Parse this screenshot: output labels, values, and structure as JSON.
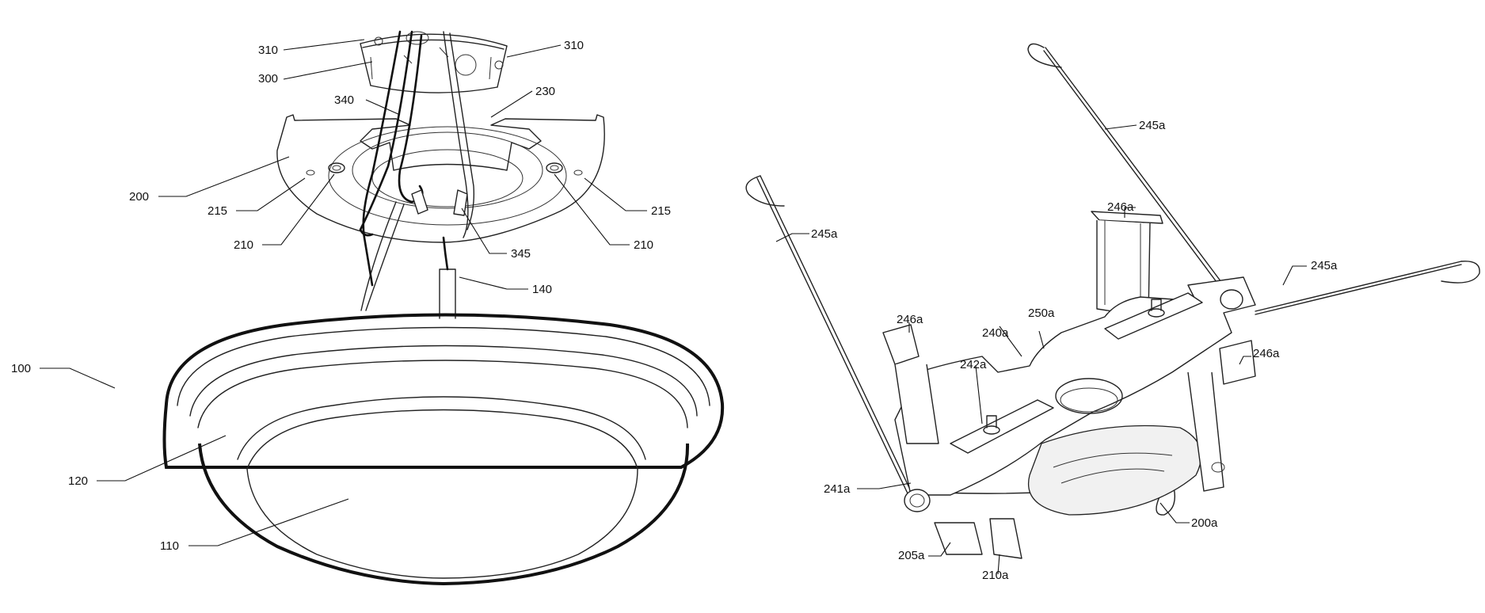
{
  "left_figure": {
    "labels": {
      "l310a": "310",
      "l310b": "310",
      "l300": "300",
      "l340": "340",
      "l230": "230",
      "l200": "200",
      "l215a": "215",
      "l215b": "215",
      "l210a": "210",
      "l210b": "210",
      "l345": "345",
      "l140": "140",
      "l100": "100",
      "l120": "120",
      "l110": "110"
    }
  },
  "right_figure": {
    "labels": {
      "l245a_top": "245a",
      "l245a_left": "245a",
      "l245a_right": "245a",
      "l246a_top": "246a",
      "l246a_left": "246a",
      "l246a_right": "246a",
      "l250a": "250a",
      "l240a": "240a",
      "l242a": "242a",
      "l241a": "241a",
      "l200a": "200a",
      "l205a": "205a",
      "l210a": "210a"
    }
  }
}
